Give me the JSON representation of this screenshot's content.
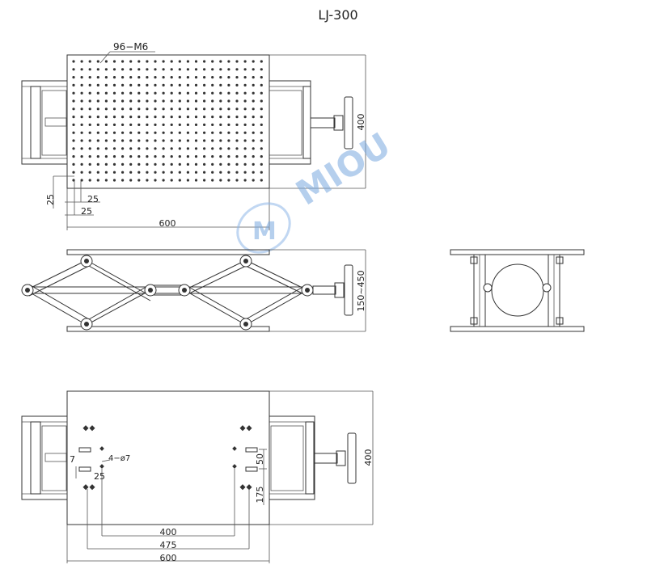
{
  "title": "LJ-300",
  "watermark": "MIOU",
  "top_view": {
    "hole_label": "96−M6",
    "dim_width": "600",
    "dim_height": "400",
    "dim_edge_a": "25",
    "dim_edge_b": "25",
    "dim_edge_c": "25"
  },
  "side_view": {
    "dim_range": "150~450"
  },
  "bottom_view": {
    "dim_400": "400",
    "dim_475": "475",
    "dim_600": "600",
    "dim_height": "400",
    "dim_50": "50",
    "dim_175": "175",
    "dim_7": "7",
    "dim_25": "25",
    "hole_callout": "4−ø7"
  }
}
